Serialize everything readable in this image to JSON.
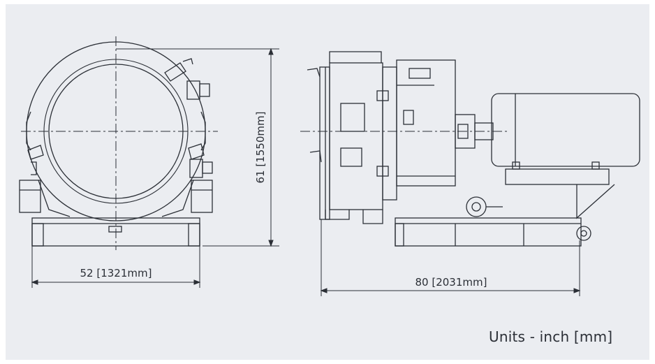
{
  "drawing": {
    "front_view": {
      "width_label": "52 [1321mm]",
      "height_label": "61 [1550mm]"
    },
    "side_view": {
      "length_label": "80 [2031mm]"
    },
    "units_note": "Units - inch [mm]",
    "colors": {
      "background": "#ebedf1",
      "line": "#2b2f36"
    }
  }
}
